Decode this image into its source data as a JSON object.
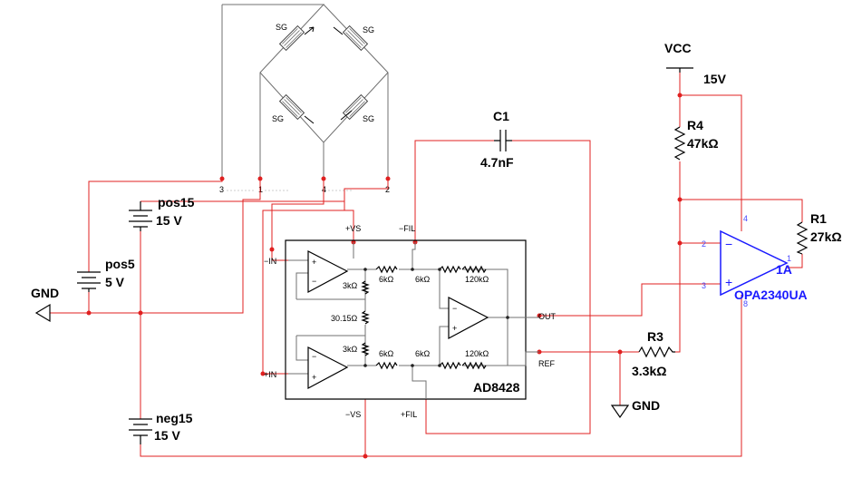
{
  "labels": {
    "gnd_left": "GND",
    "gnd_right": "GND",
    "vcc": "VCC",
    "vcc_value": "15V",
    "c1_name": "C1",
    "c1_value": "4.7nF",
    "r4_name": "R4",
    "r4_value": "47kΩ",
    "r1_name": "R1",
    "r1_value": "27kΩ",
    "r3_name": "R3",
    "r3_value": "3.3kΩ",
    "pos15_name": "pos15",
    "pos15_value": "15 V",
    "pos5_name": "pos5",
    "pos5_value": "5 V",
    "neg15_name": "neg15",
    "neg15_value": "15 V",
    "opamp_section": "1A",
    "opamp_name": "OPA2340UA",
    "inamp_name": "AD8428"
  },
  "strain_gauges": [
    "SG",
    "SG",
    "SG",
    "SG"
  ],
  "bridge_pins": [
    "3",
    "1",
    "4",
    "2"
  ],
  "inamp": {
    "pin_plus_vs": "+VS",
    "pin_minus_fil": "−FIL",
    "pin_minus_in": "−IN",
    "pin_plus_in": "+IN",
    "pin_out": "OUT",
    "pin_ref": "REF",
    "pin_minus_vs": "−VS",
    "pin_plus_fil": "+FIL",
    "res_3k_top": "3kΩ",
    "res_3k_bottom": "3kΩ",
    "res_gain": "30.15Ω",
    "res_6k_1": "6kΩ",
    "res_6k_2": "6kΩ",
    "res_6k_3": "6kΩ",
    "res_6k_4": "6kΩ",
    "res_120k_top": "120kΩ",
    "res_120k_bottom": "120kΩ"
  },
  "opamp_pins": [
    "4",
    "2",
    "3",
    "8",
    "1"
  ]
}
